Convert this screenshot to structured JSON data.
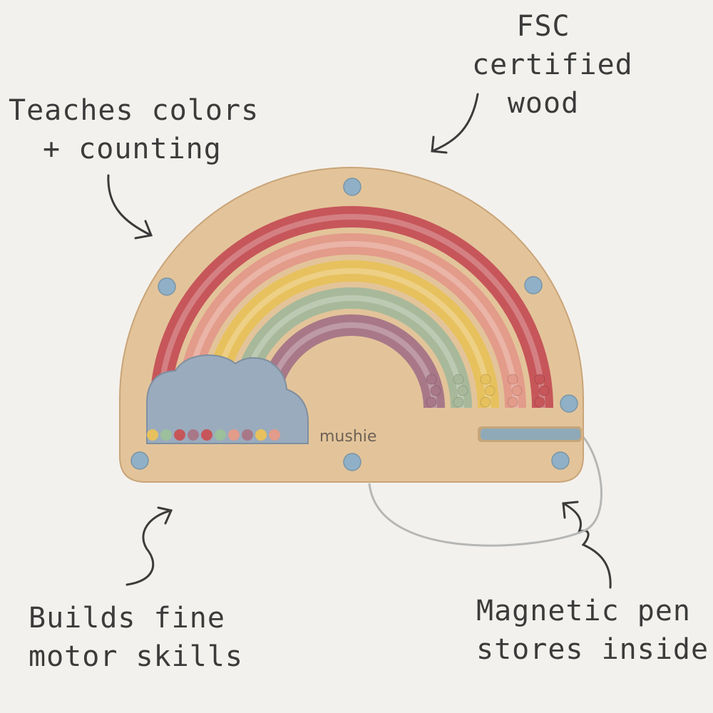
{
  "callouts": {
    "teaches": {
      "line1": "Teaches colors",
      "line2": "+ counting"
    },
    "fsc": {
      "line1": "FSC",
      "line2": "certified",
      "line3": "wood"
    },
    "builds": {
      "line1": "Builds fine",
      "line2": "motor skills"
    },
    "pen": {
      "line1": "Magnetic pen",
      "line2": "stores inside"
    }
  },
  "board": {
    "brand": "mushie",
    "wood_color": "#e3c49a",
    "knob_color": "#8fb0c6"
  },
  "arc_colors": [
    "#c6565a",
    "#e39b8a",
    "#e7c15d",
    "#a7b99a",
    "#a87888"
  ],
  "bead_colors": [
    "#e7c15d",
    "#9cbf9c",
    "#c6565a",
    "#a87888",
    "#c6565a",
    "#9cbf9c",
    "#e39b8a",
    "#a87888",
    "#e7c15d",
    "#e39b8a"
  ]
}
